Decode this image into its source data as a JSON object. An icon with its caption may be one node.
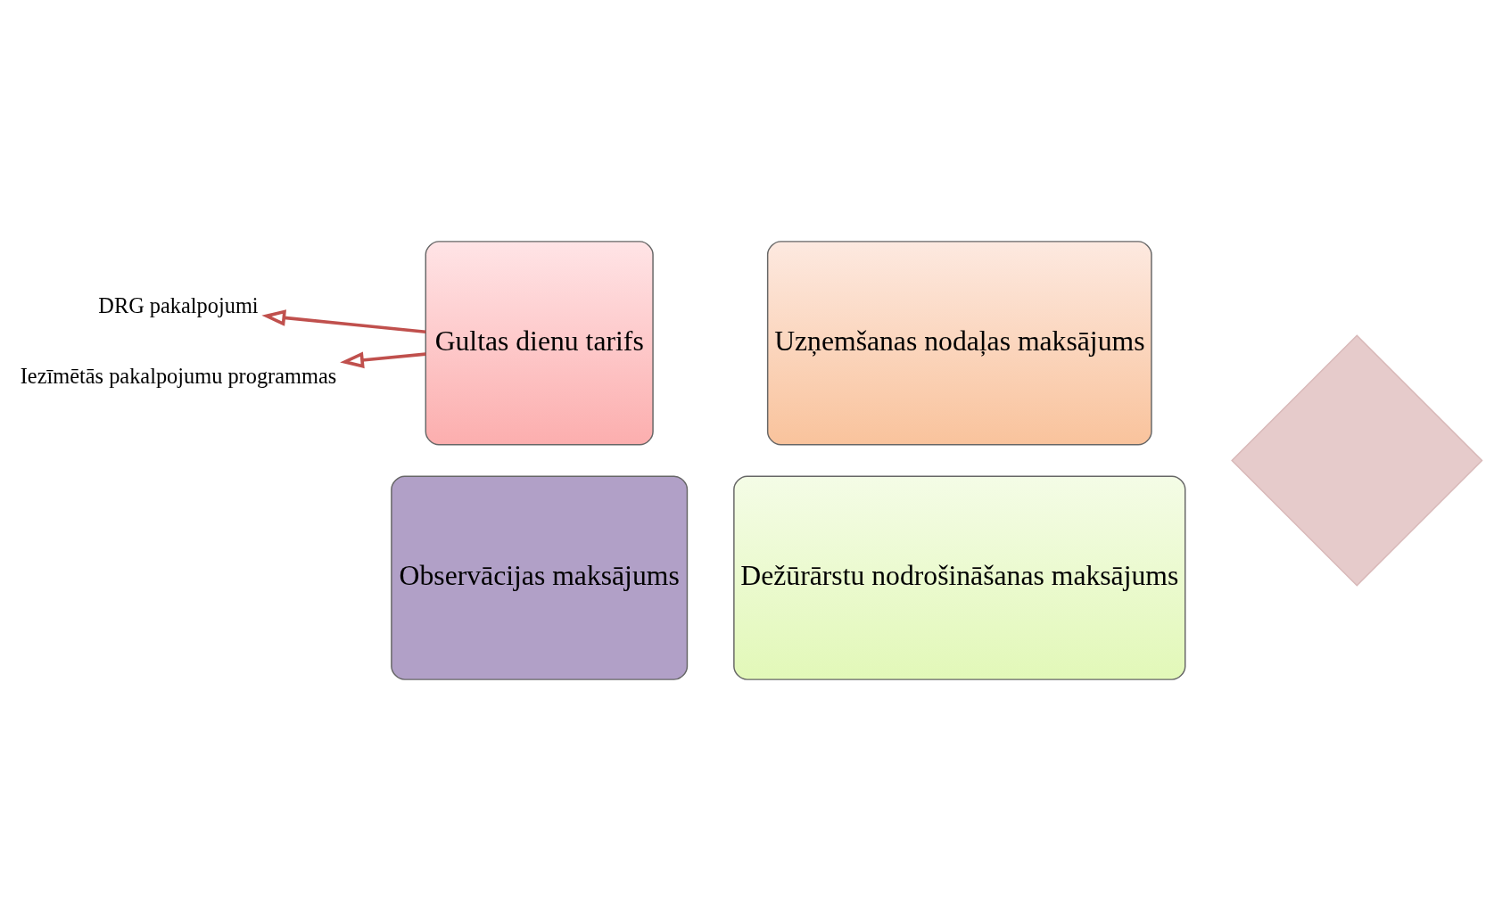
{
  "diagram": {
    "nodes": [
      {
        "text": [
          "DRG pakalpojumi"
        ]
      },
      {
        "text": [
          "Iezīmētās pakalpojumu programmas"
        ]
      },
      {
        "text": [],
        "shape": "diamond"
      },
      {
        "text": [
          "Gultas dienu tarifs"
        ]
      },
      {
        "text": [
          "Uzņemšanas nodaļas maksājums"
        ]
      },
      {
        "text": [
          "Observācijas maksājums"
        ]
      },
      {
        "text": [
          "Dežūrārstu nodrošināšanas maksājums"
        ]
      }
    ],
    "edges": [
      {
        "from": 3,
        "to": 0,
        "arrow": "to"
      },
      {
        "from": 3,
        "to": 1,
        "arrow": "to"
      }
    ]
  }
}
